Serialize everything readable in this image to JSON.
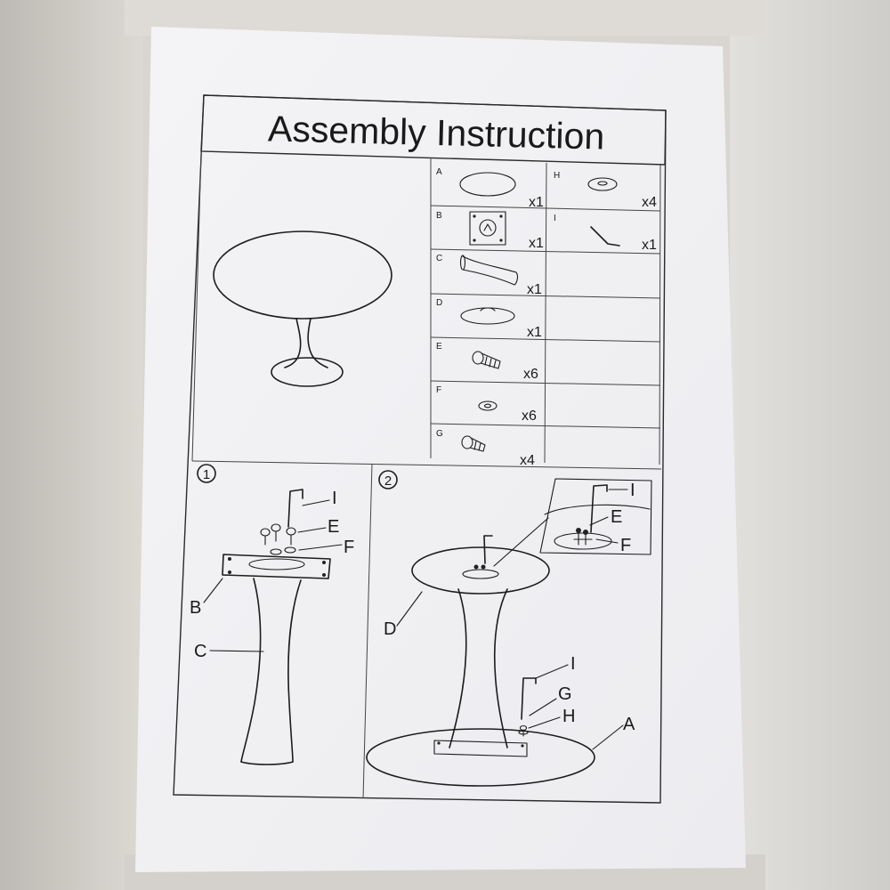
{
  "title": "Assembly Instruction",
  "parts": [
    {
      "letter": "A",
      "qty": "x1",
      "icon": "round-tabletop-icon"
    },
    {
      "letter": "B",
      "qty": "x1",
      "icon": "mounting-plate-icon"
    },
    {
      "letter": "C",
      "qty": "x1",
      "icon": "pedestal-column-icon"
    },
    {
      "letter": "D",
      "qty": "x1",
      "icon": "base-disc-icon"
    },
    {
      "letter": "E",
      "qty": "x6",
      "icon": "hex-bolt-icon"
    },
    {
      "letter": "F",
      "qty": "x6",
      "icon": "washer-icon"
    },
    {
      "letter": "G",
      "qty": "x4",
      "icon": "short-screw-icon"
    },
    {
      "letter": "H",
      "qty": "x4",
      "icon": "spacer-disc-icon"
    },
    {
      "letter": "I",
      "qty": "x1",
      "icon": "allen-key-icon"
    }
  ],
  "step1": {
    "number": "1",
    "callouts": {
      "I": "I",
      "E": "E",
      "F": "F",
      "B": "B",
      "C": "C"
    }
  },
  "step2": {
    "number": "2",
    "callouts": {
      "I": "I",
      "E": "E",
      "F": "F",
      "D": "D",
      "I2": "I",
      "G": "G",
      "H": "H",
      "A": "A"
    }
  }
}
